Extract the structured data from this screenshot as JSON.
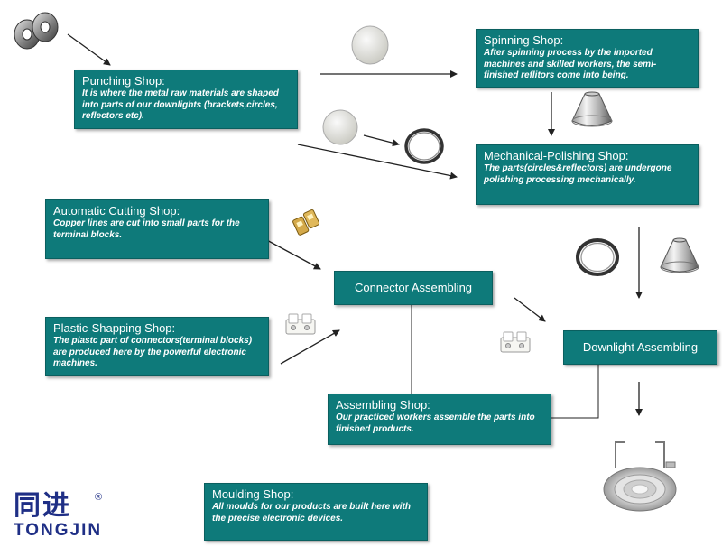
{
  "boxes": {
    "punching": {
      "title": "Punching Shop:",
      "desc": "It is where the metal raw materials are shaped into parts of our downlights (brackets,circles, reflectors etc)."
    },
    "spinning": {
      "title": "Spinning Shop:",
      "desc": "After spinning process by the imported machines and skilled workers, the semi-finished reflitors come into being."
    },
    "polishing": {
      "title": "Mechanical-Polishing Shop:",
      "desc": "The parts(circles&reflectors) are undergone polishing processing mechanically."
    },
    "cutting": {
      "title": "Automatic Cutting Shop:",
      "desc": "Copper lines are cut into small parts for the terminal blocks."
    },
    "connector": {
      "title": "Connector Assembling"
    },
    "plastic": {
      "title": "Plastic-Shapping Shop:",
      "desc": "The plastc part of connectors(terminal blocks) are produced here by the powerful electronic machines."
    },
    "downlight": {
      "title": "Downlight Assembling"
    },
    "assembling": {
      "title": "Assembling Shop:",
      "desc": "Our practiced workers assemble the parts into finished products."
    },
    "moulding": {
      "title": "Moulding Shop:",
      "desc": "All moulds for our products are built here with the precise electronic devices."
    }
  },
  "logo": {
    "cn": "同进",
    "en": "TONGJIN",
    "reg": "®"
  },
  "colors": {
    "box_fill": "#0e7a7a",
    "box_text": "#ffffff",
    "arrow": "#222222",
    "logo": "#1f2f86"
  },
  "icons": [
    "metal-coil-icon",
    "metal-disc-icon",
    "metal-ring-icon",
    "reflector-cone-icon",
    "copper-terminal-icon",
    "terminal-block-icon",
    "downlight-product-icon"
  ]
}
